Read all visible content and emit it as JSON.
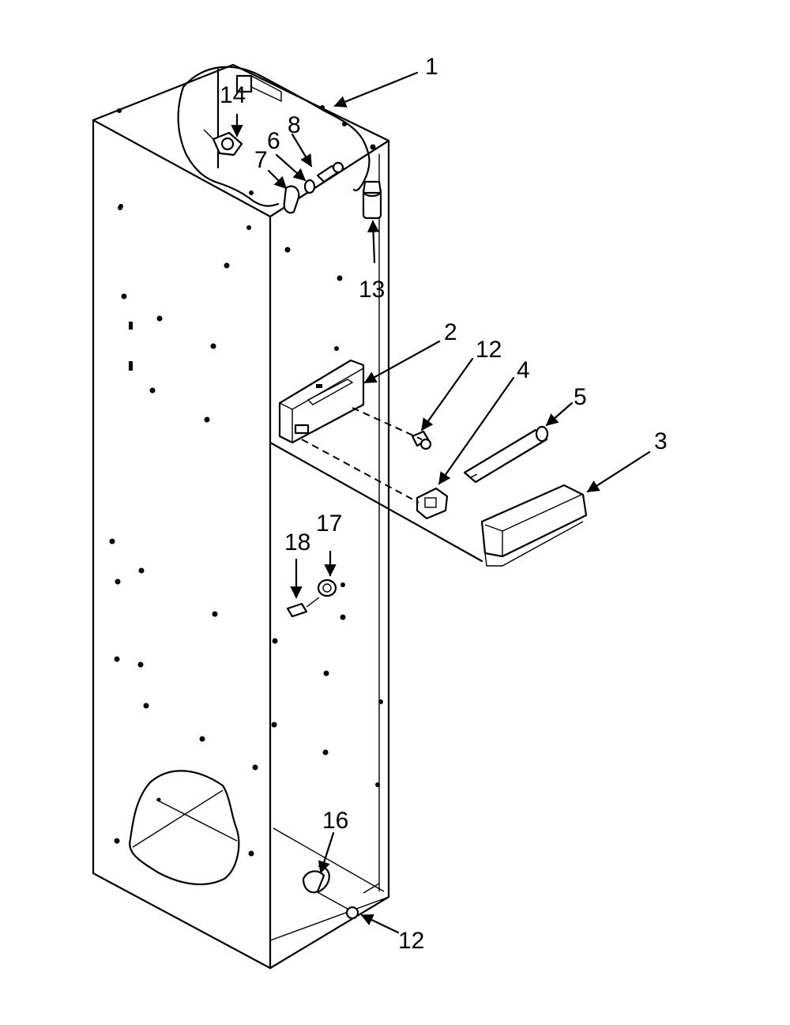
{
  "callouts": {
    "c1": "1",
    "c2": "2",
    "c3": "3",
    "c4": "4",
    "c5": "5",
    "c6": "6",
    "c7": "7",
    "c8": "8",
    "c12a": "12",
    "c12b": "12",
    "c13": "13",
    "c14": "14",
    "c16": "16",
    "c17": "17",
    "c18": "18"
  }
}
